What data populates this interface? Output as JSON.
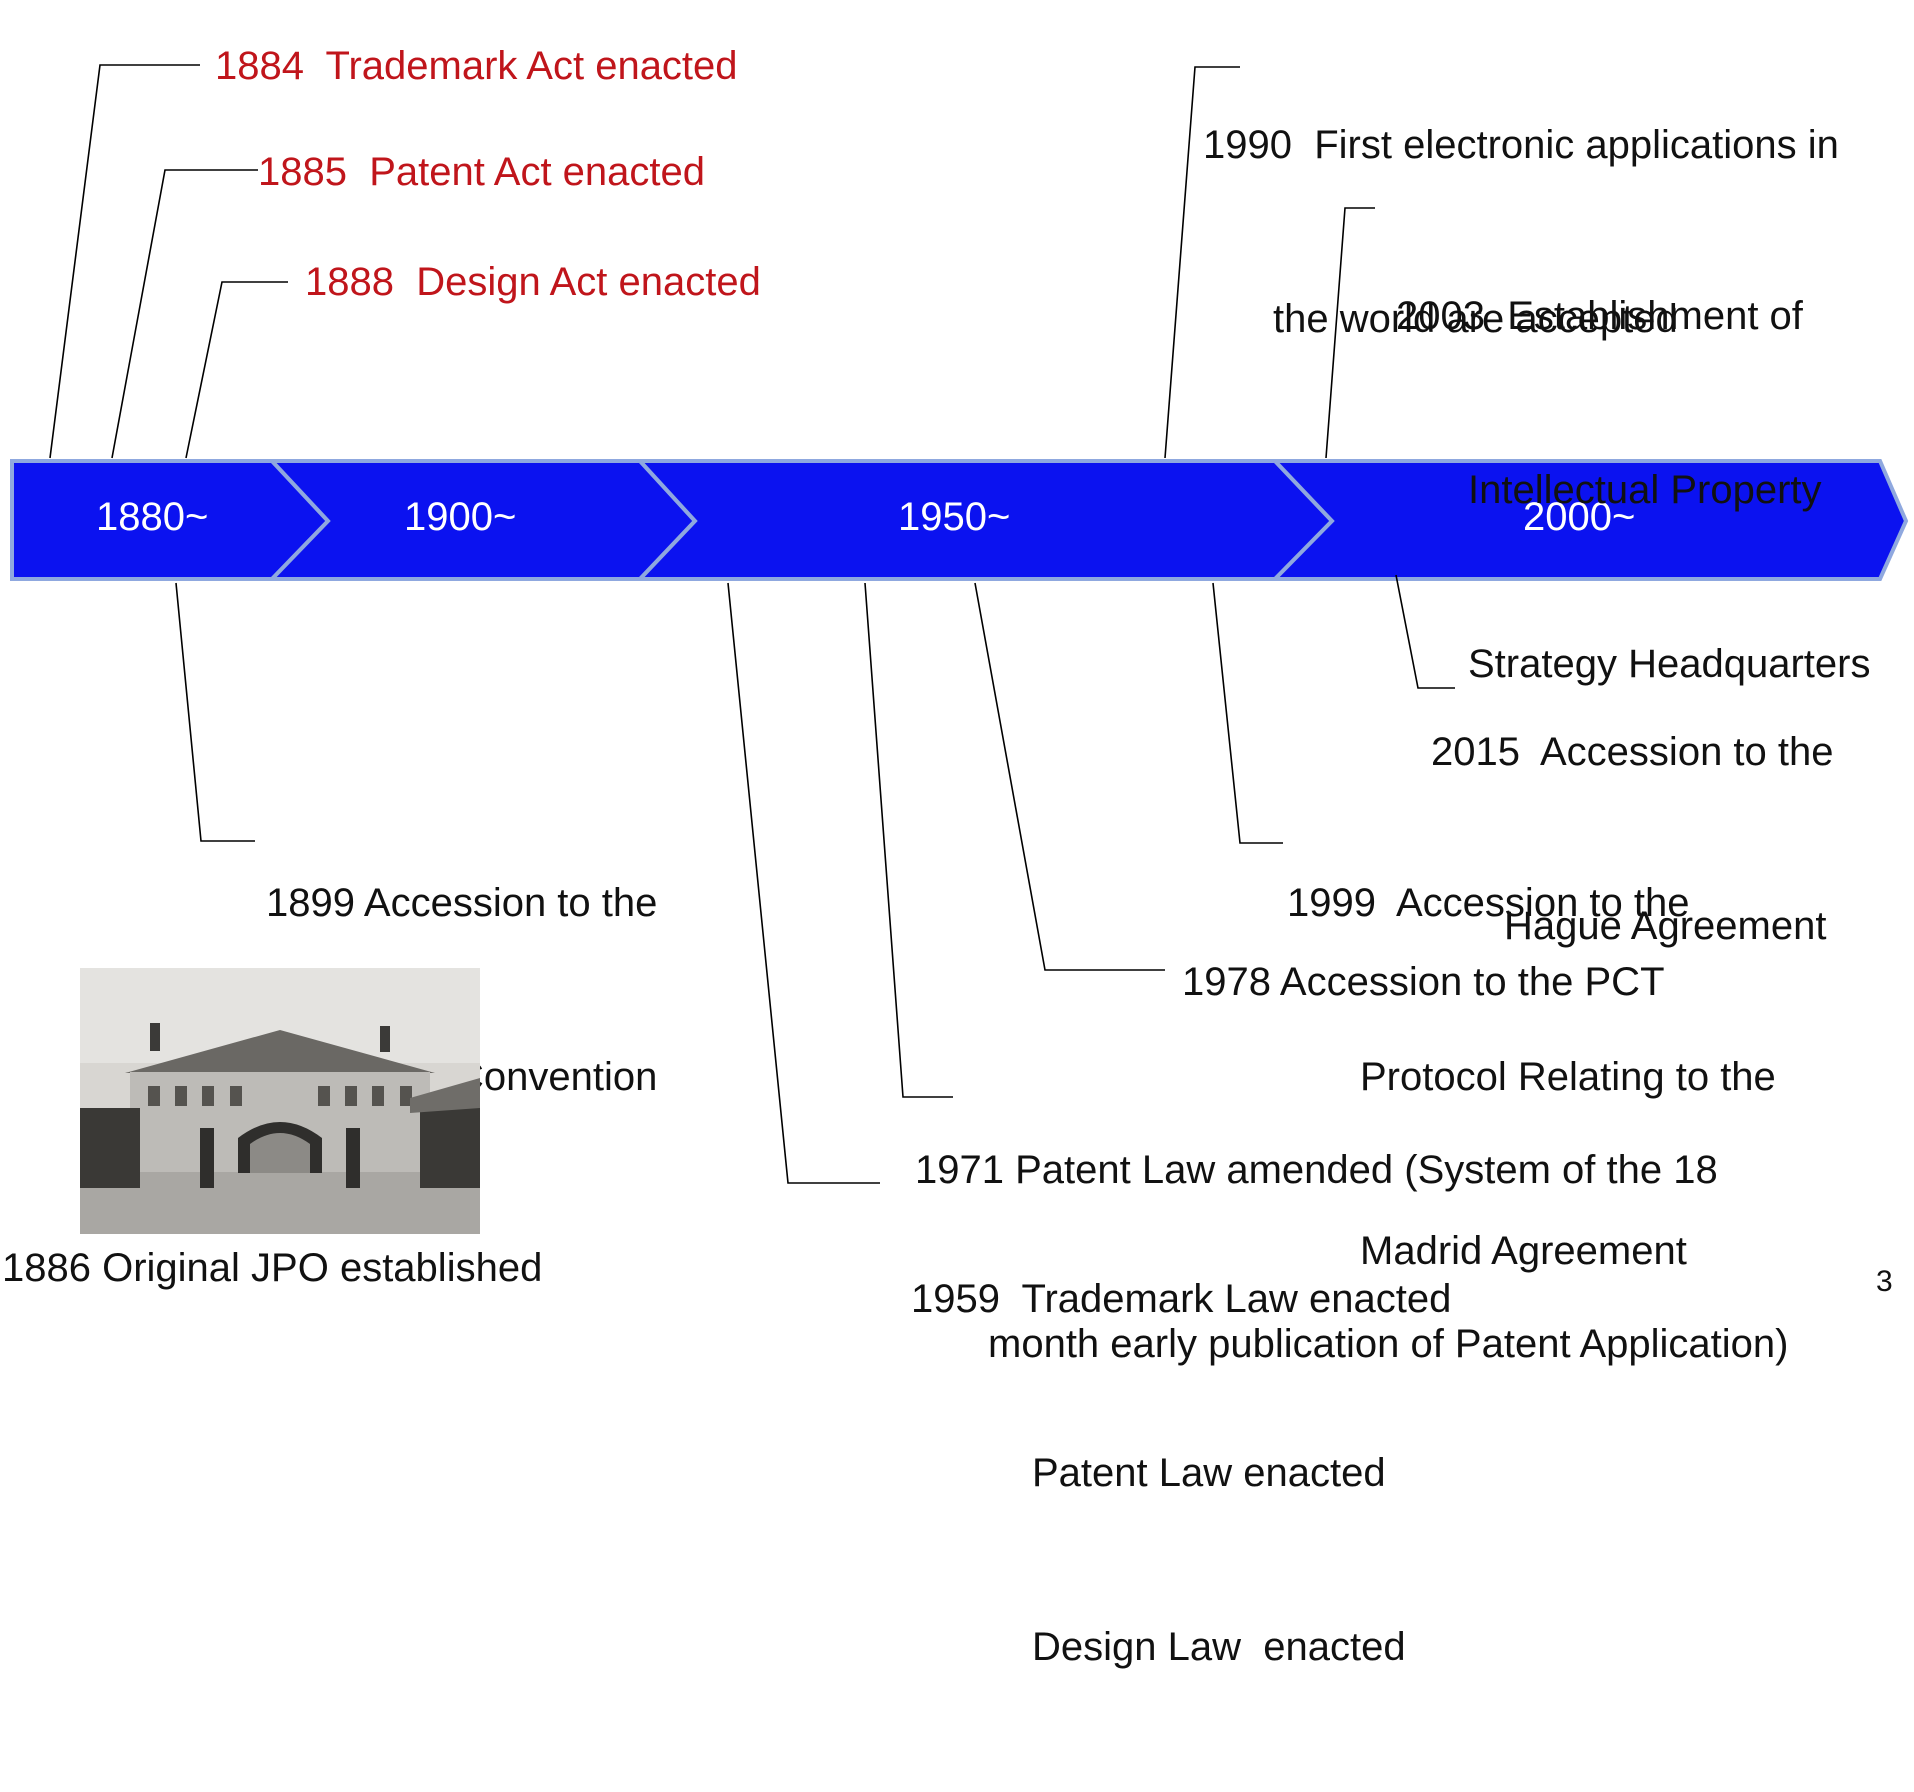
{
  "timeline": {
    "eras": [
      "1880~",
      "1900~",
      "1950~",
      "2000~"
    ],
    "colors": {
      "arrow_fill": "#0b12f0",
      "arrow_border": "#8fa8df",
      "red_text": "#c0151b",
      "connector": "#000000"
    }
  },
  "events_above": {
    "e1884": "1884  Trademark Act enacted",
    "e1885": "1885  Patent Act enacted",
    "e1888": "1888  Design Act enacted",
    "e1990": {
      "line1": "1990  First electronic applications in",
      "line2": "the world are accepted"
    },
    "e2003": {
      "line1": "2003  Establishment of",
      "line2": "Intellectual Property",
      "line3": "Strategy Headquarters"
    }
  },
  "events_below": {
    "e1899": {
      "line1": "1899 Accession to the",
      "line2": "Paris Convention"
    },
    "e2015": {
      "line1": "2015  Accession to the",
      "line2": "Hague Agreement"
    },
    "e1999": {
      "line1": "1999  Accession to the",
      "line2": "Protocol Relating to the",
      "line3": "Madrid Agreement"
    },
    "e1978": "1978 Accession to the PCT",
    "e1971": {
      "line1": "1971 Patent Law amended (System of the 18",
      "line2": "month early publication of Patent Application)"
    },
    "e1959": {
      "line1": "1959  Trademark Law enacted",
      "line2": "Patent Law enacted",
      "line3": "Design Law  enacted"
    }
  },
  "photo": {
    "caption": "1886 Original JPO established",
    "subject": "building-photo"
  },
  "page_number": "3"
}
